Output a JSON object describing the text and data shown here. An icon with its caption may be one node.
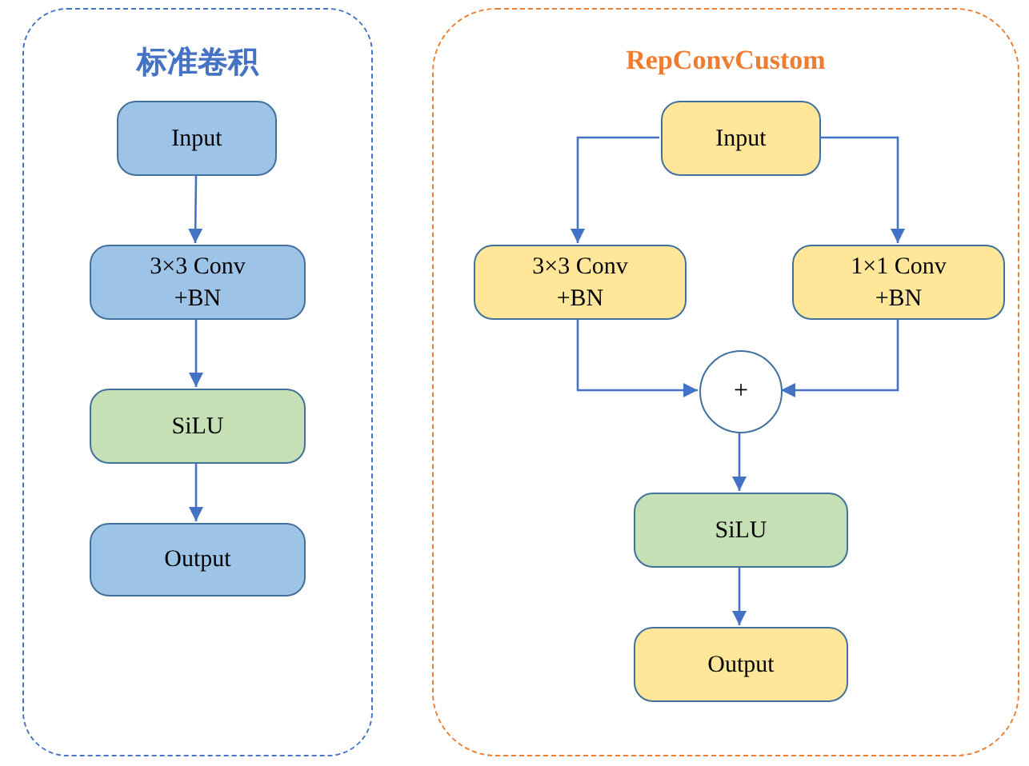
{
  "diagram": {
    "nodes": [
      {
        "text": [
          "标准卷积"
        ]
      },
      {
        "text": [
          "Input"
        ],
        "in": 0
      },
      {
        "text": [
          "3×3 Conv +BN"
        ],
        "in": 0
      },
      {
        "text": [
          "SiLU"
        ],
        "in": 0
      },
      {
        "text": [
          "Output"
        ],
        "in": 0
      },
      {
        "text": [
          "RepConvCustom"
        ]
      },
      {
        "text": [
          "Input"
        ],
        "in": 5
      },
      {
        "text": [
          "3×3 Conv +BN"
        ],
        "in": 5
      },
      {
        "text": [
          "1×1 Conv +BN"
        ],
        "in": 5
      },
      {
        "text": [
          "+"
        ],
        "in": 5
      },
      {
        "text": [
          "SiLU"
        ],
        "in": 5
      },
      {
        "text": [
          "Output"
        ],
        "in": 5
      }
    ],
    "edges": [
      {
        "from": 1,
        "to": 2,
        "arrow": "to"
      },
      {
        "from": 2,
        "to": 3,
        "arrow": "to"
      },
      {
        "from": 3,
        "to": 4,
        "arrow": "to"
      },
      {
        "from": 6,
        "to": 7,
        "arrow": "to"
      },
      {
        "from": 6,
        "to": 8,
        "arrow": "to"
      },
      {
        "from": 7,
        "to": 9,
        "arrow": "to"
      },
      {
        "from": 8,
        "to": 9,
        "arrow": "to"
      },
      {
        "from": 9,
        "to": 10,
        "arrow": "to"
      },
      {
        "from": 10,
        "to": 11,
        "arrow": "to"
      }
    ]
  }
}
